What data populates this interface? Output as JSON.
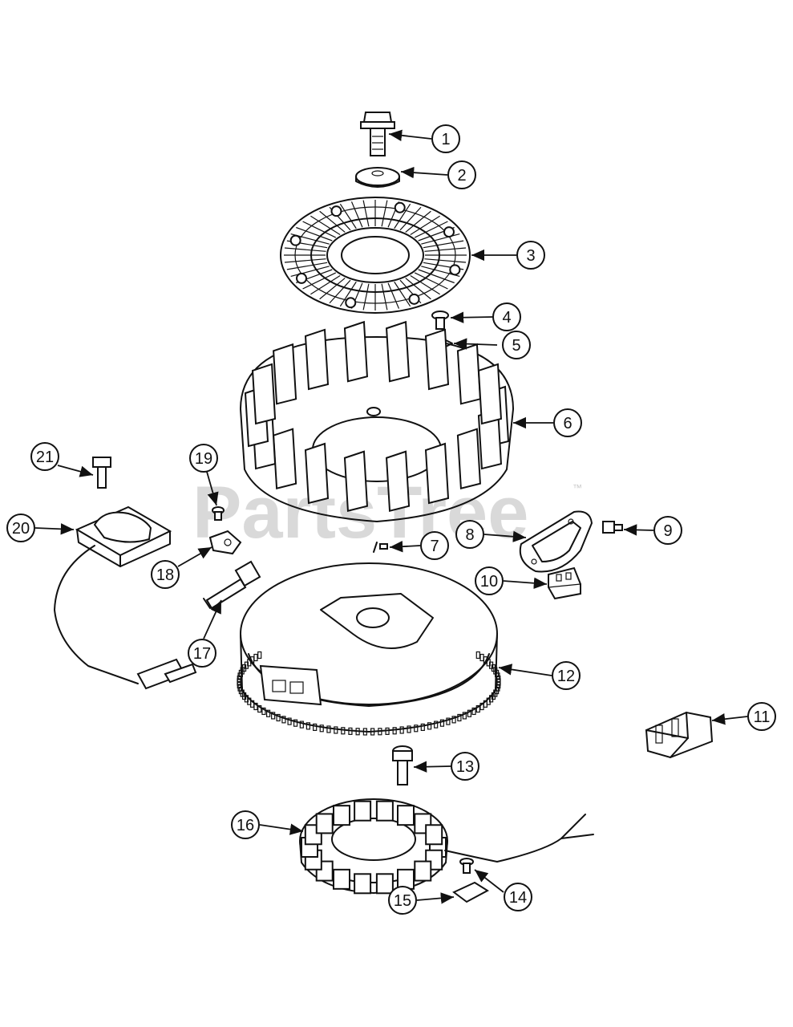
{
  "watermark": {
    "text": "PartsTree",
    "trademark": "™"
  },
  "callouts": [
    "1",
    "2",
    "3",
    "4",
    "5",
    "6",
    "7",
    "8",
    "9",
    "10",
    "11",
    "12",
    "13",
    "14",
    "15",
    "16",
    "17",
    "18",
    "19",
    "20",
    "21"
  ],
  "colors": {
    "line": "#111111",
    "background": "#ffffff",
    "watermark": "#d9d9d9"
  }
}
